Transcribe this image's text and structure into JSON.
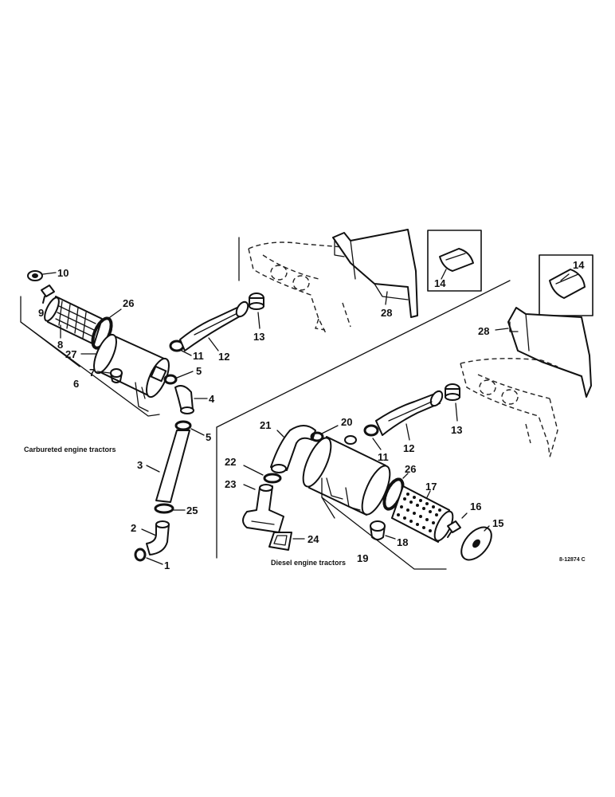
{
  "figure_code": "8-12874 C",
  "captions": {
    "carbureted": "Carbureted engine tractors",
    "diesel": "Diesel engine tractors"
  },
  "callouts": {
    "n1": "1",
    "n2": "2",
    "n3": "3",
    "n4": "4",
    "n5a": "5",
    "n5b": "5",
    "n6": "6",
    "n7": "7",
    "n8": "8",
    "n9": "9",
    "n10": "10",
    "n11a": "11",
    "n11b": "11",
    "n12a": "12",
    "n12b": "12",
    "n13a": "13",
    "n13b": "13",
    "n14a": "14",
    "n14b": "14",
    "n15": "15",
    "n16": "16",
    "n17": "17",
    "n18": "18",
    "n19": "19",
    "n20": "20",
    "n21": "21",
    "n22": "22",
    "n23": "23",
    "n24": "24",
    "n25": "25",
    "n26a": "26",
    "n26b": "26",
    "n27": "27",
    "n28a": "28",
    "n28b": "28"
  }
}
